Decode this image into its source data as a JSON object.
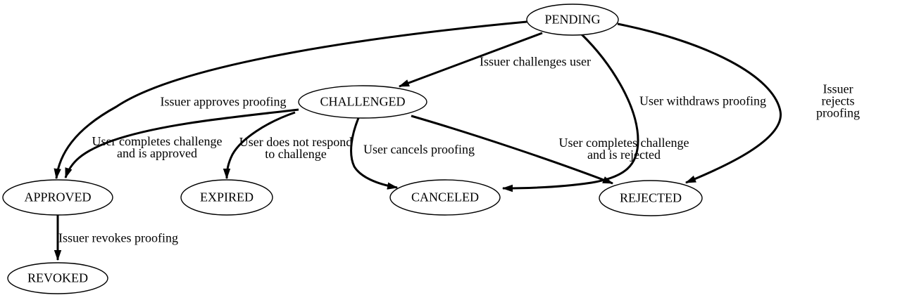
{
  "colors": {
    "background": "#ffffff",
    "foreground": "#000000"
  },
  "diagram": {
    "type": "state-transition-graph",
    "nodes": [
      {
        "id": "pending",
        "label": "PENDING"
      },
      {
        "id": "challenged",
        "label": "CHALLENGED"
      },
      {
        "id": "approved",
        "label": "APPROVED"
      },
      {
        "id": "expired",
        "label": "EXPIRED"
      },
      {
        "id": "canceled",
        "label": "CANCELED"
      },
      {
        "id": "rejected",
        "label": "REJECTED"
      },
      {
        "id": "revoked",
        "label": "REVOKED"
      }
    ],
    "edges": [
      {
        "from": "pending",
        "to": "challenged",
        "label": "Issuer challenges user"
      },
      {
        "from": "pending",
        "to": "approved",
        "label": "Issuer approves proofing"
      },
      {
        "from": "pending",
        "to": "canceled",
        "label": "User withdraws proofing"
      },
      {
        "from": "pending",
        "to": "rejected",
        "label": "Issuer rejects proofing"
      },
      {
        "from": "challenged",
        "to": "approved",
        "label": "User completes challenge\nand is approved"
      },
      {
        "from": "challenged",
        "to": "expired",
        "label": "User does not respond\nto challenge"
      },
      {
        "from": "challenged",
        "to": "canceled",
        "label": "User cancels proofing"
      },
      {
        "from": "challenged",
        "to": "rejected",
        "label": "User completes challenge\nand is rejected"
      },
      {
        "from": "approved",
        "to": "revoked",
        "label": "Issuer revokes proofing"
      }
    ]
  }
}
